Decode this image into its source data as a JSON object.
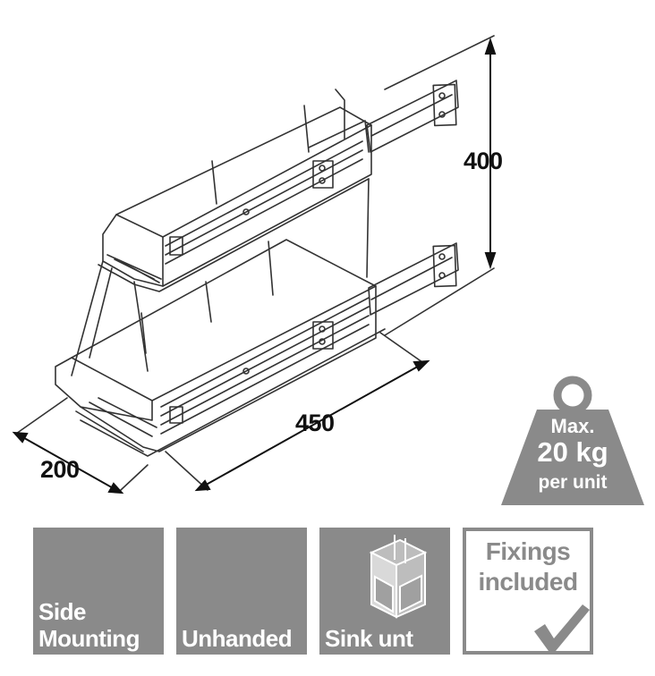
{
  "dimensions": {
    "height": "400",
    "length": "450",
    "width": "200"
  },
  "weight_badge": {
    "line1": "Max.",
    "line2": "20 kg",
    "line3": "per unit",
    "color": "#8a8a8a"
  },
  "tiles": [
    {
      "lines": [
        "Side",
        "Mounting"
      ]
    },
    {
      "lines": [
        "Unhanded"
      ]
    },
    {
      "lines": [
        "Sink unt"
      ]
    },
    {
      "lines": [
        "Fixings",
        "included"
      ]
    }
  ],
  "colors": {
    "line": "#333333",
    "grey": "#8a8a8a",
    "text": "#111111"
  },
  "icons": [
    "sink-unit-icon",
    "checkmark-icon",
    "weight-icon"
  ]
}
